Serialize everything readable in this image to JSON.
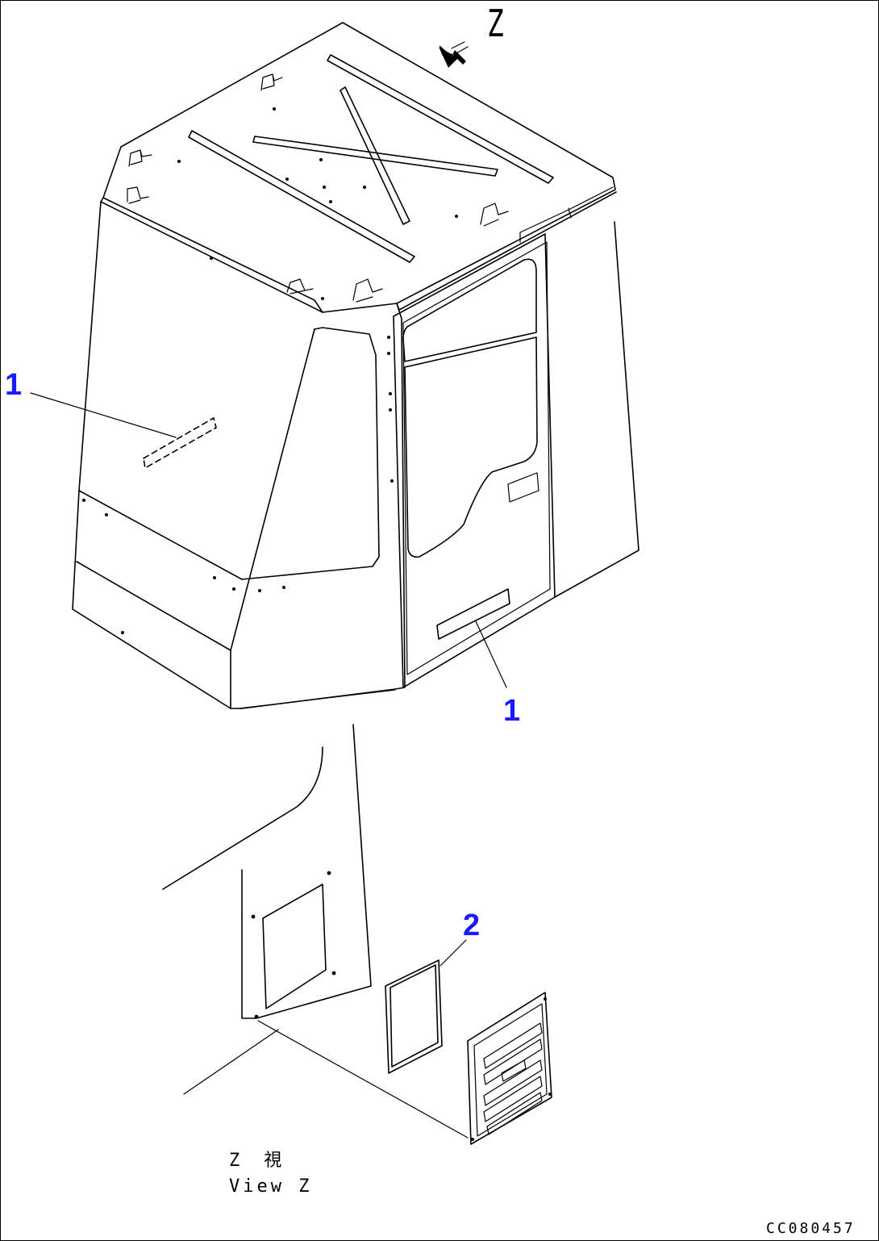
{
  "callouts": {
    "label_1_left": "1",
    "label_1_right": "1",
    "label_2": "2"
  },
  "view": {
    "arrow_letter": "Z",
    "caption_jp": "Z　視",
    "caption_en": "View Z"
  },
  "drawing_number": "CC080457",
  "colors": {
    "line": "#000000",
    "callout": "#1a1aff",
    "background": "#ffffff"
  },
  "icons": [
    "view-direction-arrow-icon"
  ]
}
